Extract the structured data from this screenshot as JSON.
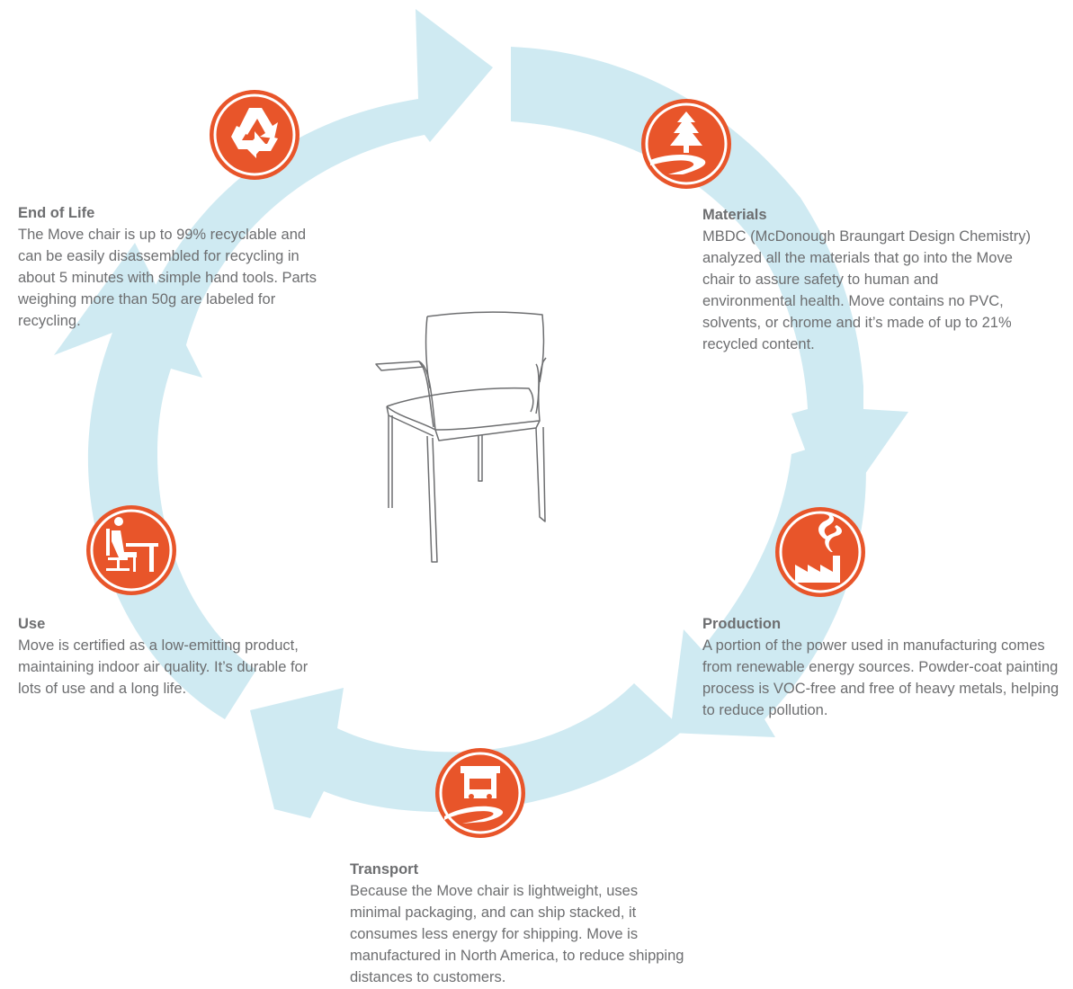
{
  "colors": {
    "arrow": "#cfeaf2",
    "icon_ring": "#e8552a",
    "text": "#6d6e70",
    "chair": "#6d6e70"
  },
  "center_image": "chair",
  "stages": {
    "end_of_life": {
      "icon": "recycle-icon",
      "title": "End of Life",
      "text": "The Move chair is up to 99% recyclable and can be easily disassembled for recycling in about 5 minutes with simple hand tools. Parts weighing more than 50g are labeled for recycling."
    },
    "materials": {
      "icon": "tree-icon",
      "title": "Materials",
      "text": "MBDC (McDonough Braungart Design Chemistry) analyzed all the materials that go into the Move chair to assure safety to human and environmental health. Move contains no PVC, solvents, or chrome and it’s made of up to 21% recycled content."
    },
    "production": {
      "icon": "factory-icon",
      "title": "Production",
      "text": "A portion of the power used in manufacturing comes from renewable energy sources. Powder-coat painting process is VOC-free and free of heavy metals, helping to reduce pollution."
    },
    "transport": {
      "icon": "truck-icon",
      "title": "Transport",
      "text": "Because the Move chair is lightweight, uses minimal packaging, and can ship stacked, it consumes less energy for shipping. Move is manufactured in North America, to reduce shipping distances to customers."
    },
    "use": {
      "icon": "person-at-desk-icon",
      "title": "Use",
      "text": "Move is certified as a low-emitting product, maintaining indoor air quality. It’s durable for lots of use and a long life."
    }
  }
}
